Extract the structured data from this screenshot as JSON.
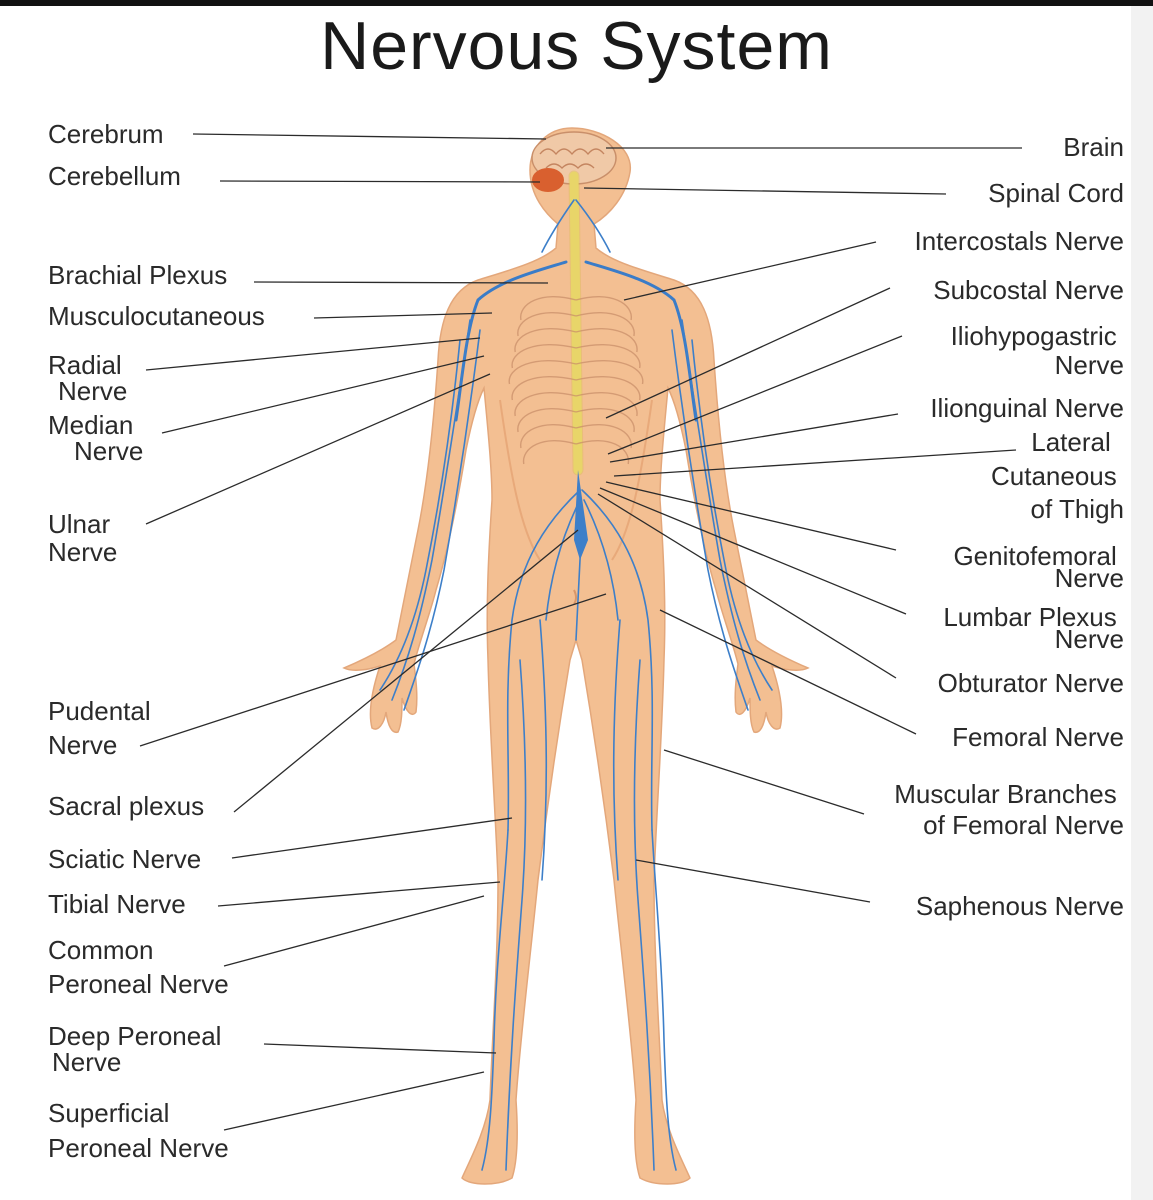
{
  "title": "Nervous System",
  "colors": {
    "skin": "#f3bf92",
    "skin_shade": "#e8a97a",
    "nerve": "#3d7fc9",
    "spinal_cord": "#f2e47a",
    "cerebellum": "#d9602f",
    "brain": "#f0c9a7"
  },
  "labels_left": [
    {
      "id": "cerebrum",
      "lines": [
        "Cerebrum"
      ]
    },
    {
      "id": "cerebellum",
      "lines": [
        "Cerebellum"
      ]
    },
    {
      "id": "brachial-plexus",
      "lines": [
        "Brachial Plexus"
      ]
    },
    {
      "id": "musculocutaneous",
      "lines": [
        "Musculocutaneous"
      ]
    },
    {
      "id": "radial-nerve",
      "lines": [
        "Radial",
        "Nerve"
      ]
    },
    {
      "id": "median-nerve",
      "lines": [
        "Median",
        "Nerve"
      ]
    },
    {
      "id": "ulnar-nerve",
      "lines": [
        "Ulnar",
        "Nerve"
      ]
    },
    {
      "id": "pudental-nerve",
      "lines": [
        "Pudental",
        "Nerve"
      ]
    },
    {
      "id": "sacral-plexus",
      "lines": [
        "Sacral plexus"
      ]
    },
    {
      "id": "sciatic-nerve",
      "lines": [
        "Sciatic Nerve"
      ]
    },
    {
      "id": "tibial-nerve",
      "lines": [
        "Tibial Nerve"
      ]
    },
    {
      "id": "common-peroneal-nerve",
      "lines": [
        "Common",
        "Peroneal Nerve"
      ]
    },
    {
      "id": "deep-peroneal-nerve",
      "lines": [
        "Deep Peroneal",
        "Nerve"
      ]
    },
    {
      "id": "superficial-peroneal-nerve",
      "lines": [
        "Superficial",
        "Peroneal Nerve"
      ]
    }
  ],
  "labels_right": [
    {
      "id": "brain",
      "lines": [
        "Brain"
      ]
    },
    {
      "id": "spinal-cord",
      "lines": [
        "Spinal Cord"
      ]
    },
    {
      "id": "intercostals-nerve",
      "lines": [
        "Intercostals Nerve"
      ]
    },
    {
      "id": "subcostal-nerve",
      "lines": [
        "Subcostal Nerve"
      ]
    },
    {
      "id": "iliohypogastric-nerve",
      "lines": [
        "Iliohypogastric",
        "Nerve"
      ]
    },
    {
      "id": "ilionguinal-nerve",
      "lines": [
        "Ilionguinal Nerve"
      ]
    },
    {
      "id": "lateral-cutaneous-of-thigh",
      "lines": [
        "Lateral",
        "Cutaneous",
        "of Thigh"
      ]
    },
    {
      "id": "genitofemoral-nerve",
      "lines": [
        "Genitofemoral",
        "Nerve"
      ]
    },
    {
      "id": "lumbar-plexus-nerve",
      "lines": [
        "Lumbar Plexus",
        "Nerve"
      ]
    },
    {
      "id": "obturator-nerve",
      "lines": [
        "Obturator Nerve"
      ]
    },
    {
      "id": "femoral-nerve",
      "lines": [
        "Femoral Nerve"
      ]
    },
    {
      "id": "muscular-branches-of-femoral-nerve",
      "lines": [
        "Muscular Branches",
        "of Femoral Nerve"
      ]
    },
    {
      "id": "saphenous-nerve",
      "lines": [
        "Saphenous Nerve"
      ]
    }
  ]
}
